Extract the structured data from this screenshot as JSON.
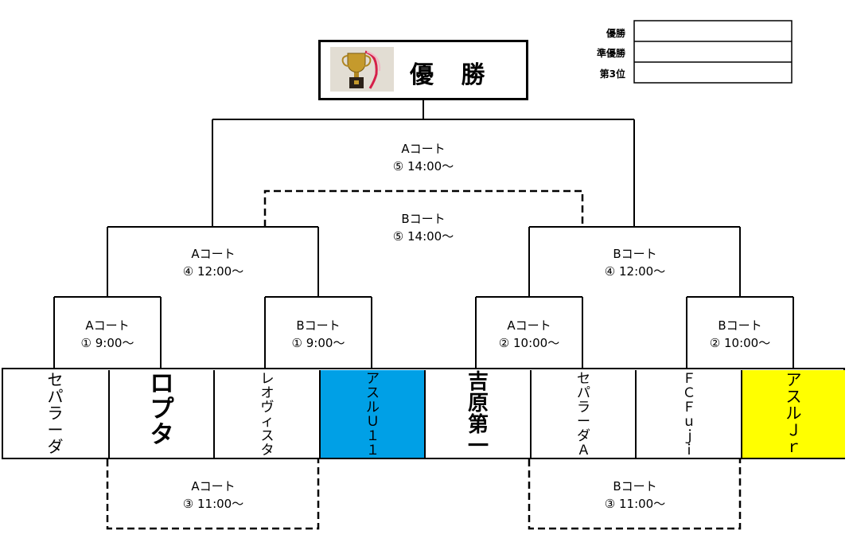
{
  "champion": {
    "title": "優 勝",
    "image_alt": "trophy"
  },
  "results_table": {
    "rows": [
      {
        "label": "優勝",
        "value": ""
      },
      {
        "label": "準優勝",
        "value": ""
      },
      {
        "label": "第3位",
        "value": ""
      }
    ]
  },
  "matches": {
    "final_a": {
      "court": "Aコート",
      "time": "⑤ 14:00〜"
    },
    "final_b": {
      "court": "Bコート",
      "time": "⑤ 14:00〜"
    },
    "semi_left": {
      "court": "Aコート",
      "time": "④ 12:00〜"
    },
    "semi_right": {
      "court": "Bコート",
      "time": "④ 12:00〜"
    },
    "r1_1": {
      "court": "Aコート",
      "time": "① 9:00〜"
    },
    "r1_2": {
      "court": "Bコート",
      "time": "① 9:00〜"
    },
    "r1_3": {
      "court": "Aコート",
      "time": "② 10:00〜"
    },
    "r1_4": {
      "court": "Bコート",
      "time": "② 10:00〜"
    },
    "cons_left": {
      "court": "Aコート",
      "time": "③ 11:00〜"
    },
    "cons_right": {
      "court": "Bコート",
      "time": "③ 11:00〜"
    }
  },
  "teams": [
    {
      "name": "セパラーダ",
      "bg": "#ffffff"
    },
    {
      "name": "ロプタ",
      "bg": "#ffffff"
    },
    {
      "name": "レオヴィスタ",
      "bg": "#ffffff"
    },
    {
      "name": "アスルＵ１１",
      "bg": "#00a0e6"
    },
    {
      "name": "吉原第一",
      "bg": "#ffffff"
    },
    {
      "name": "セパラーダＡ",
      "bg": "#ffffff"
    },
    {
      "name": "ＦＣＦｕｊｉ",
      "bg": "#ffffff"
    },
    {
      "name": "アスルＪｒ",
      "bg": "#ffff00"
    }
  ]
}
